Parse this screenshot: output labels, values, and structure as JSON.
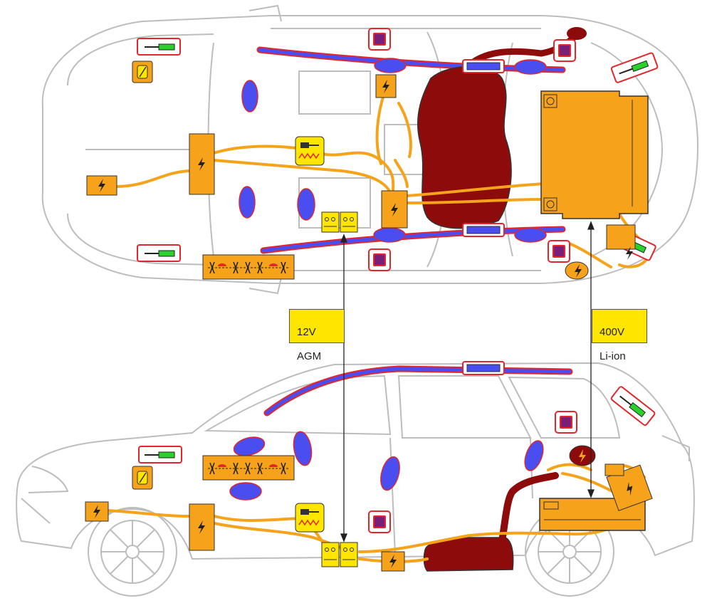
{
  "labels": {
    "battery_12v": {
      "line1": "12V",
      "line2": "AGM"
    },
    "battery_400v": {
      "line1": "400V",
      "line2": "Li-ion"
    }
  },
  "colors": {
    "car_outline": "#bdbdbd",
    "high_voltage_cable": "#f5a31a",
    "component_orange": "#f7a21b",
    "airbag_blue": "#4a4ef0",
    "airbag_border": "#e3262b",
    "fuel_tank": "#8e0b0b",
    "sensor_purple": "#7a1f78",
    "gas_strut_green": "#2bd12b",
    "battery_yellow": "#ffe600"
  },
  "icons": [
    "lightning-icon",
    "gas-strut-icon",
    "seatbelt-pretensioner-icon",
    "airbag-icon",
    "battery-icon",
    "fuse-icon"
  ]
}
